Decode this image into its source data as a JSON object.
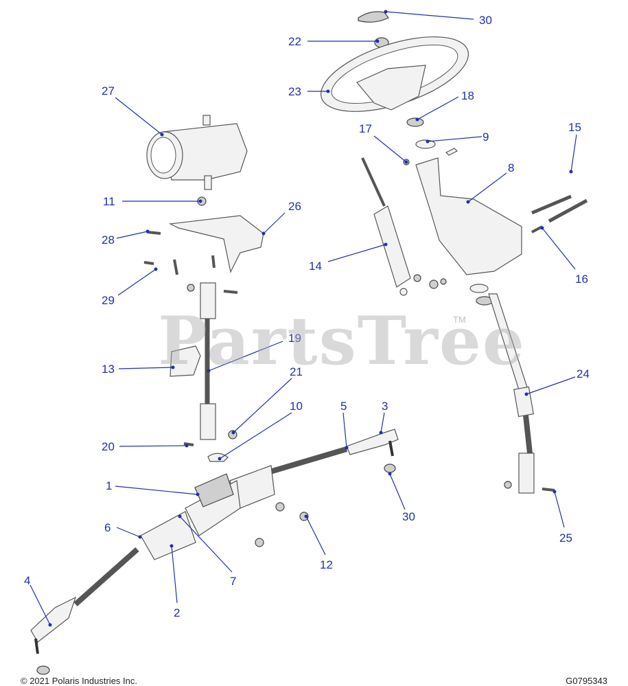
{
  "watermark": {
    "text": "PartsTree",
    "tm": "TM"
  },
  "footer": {
    "copyright": "© 2021 Polaris Industries Inc.",
    "figure_code": "G0795343"
  },
  "callouts": [
    "1",
    "2",
    "3",
    "4",
    "5",
    "6",
    "7",
    "8",
    "9",
    "10",
    "11",
    "12",
    "13",
    "14",
    "15",
    "16",
    "17",
    "18",
    "19",
    "20",
    "21",
    "22",
    "23",
    "24",
    "25",
    "26",
    "27",
    "28",
    "29",
    "30",
    "30"
  ],
  "colors": {
    "callout": "#1f2fb0"
  }
}
